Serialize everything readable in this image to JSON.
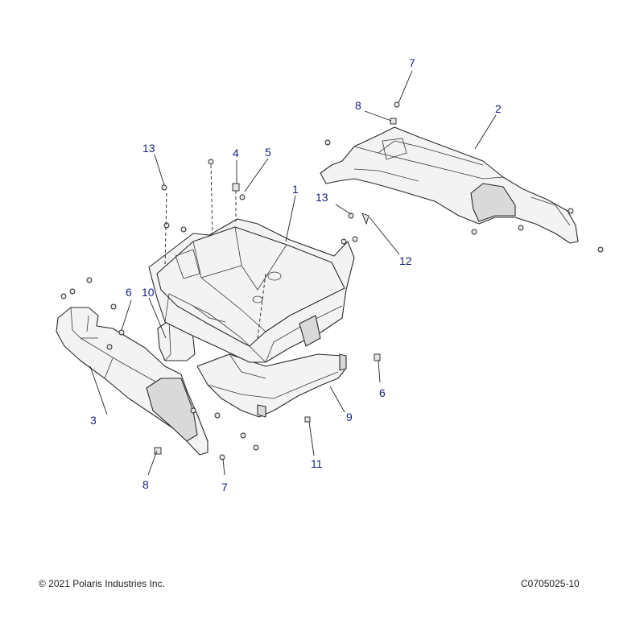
{
  "callouts": {
    "c1": "1",
    "c2": "2",
    "c3": "3",
    "c4": "4",
    "c5": "5",
    "c6a": "6",
    "c6b": "6",
    "c7a": "7",
    "c7b": "7",
    "c8a": "8",
    "c8b": "8",
    "c9": "9",
    "c10": "10",
    "c11": "11",
    "c12": "12",
    "c13a": "13",
    "c13b": "13"
  },
  "footer": {
    "copyright": "© 2021 Polaris Industries Inc.",
    "drawing_id": "C0705025-10"
  },
  "colors": {
    "callout": "#1a237e",
    "line": "#2b2b2b"
  }
}
